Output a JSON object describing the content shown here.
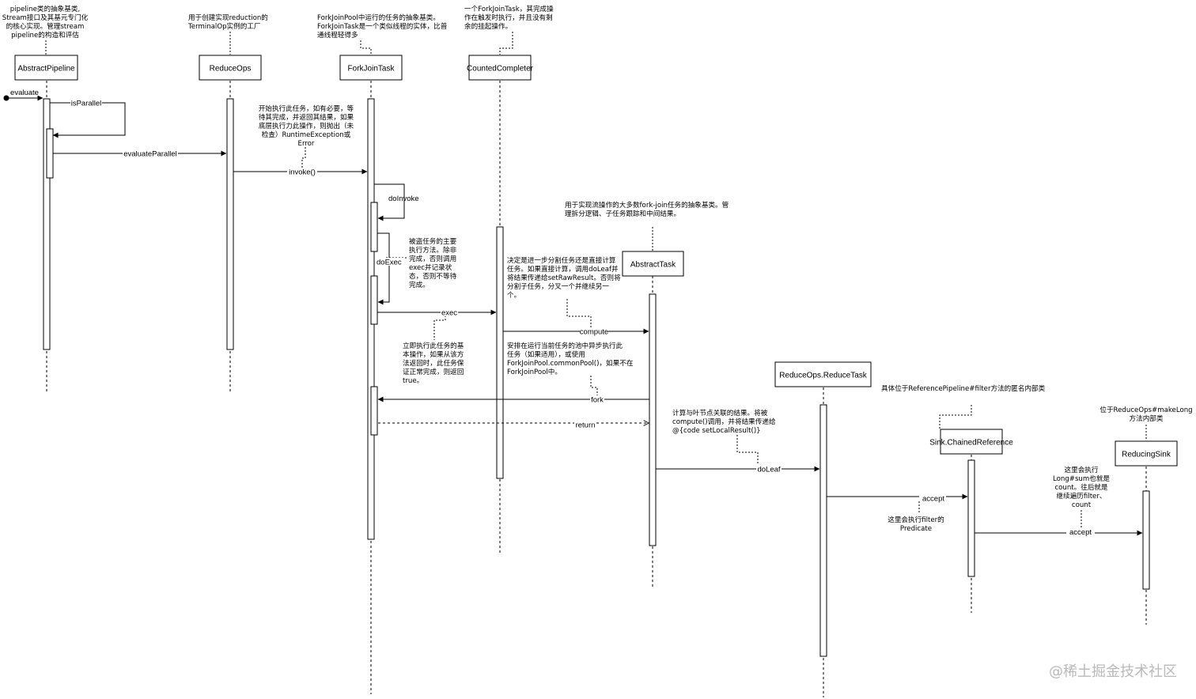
{
  "participants": [
    {
      "id": "ap",
      "label": "AbstractPipeline"
    },
    {
      "id": "ro",
      "label": "ReduceOps"
    },
    {
      "id": "fjt",
      "label": "ForkJoinTask"
    },
    {
      "id": "cc",
      "label": "CountedCompleter"
    },
    {
      "id": "at",
      "label": "AbstractTask"
    },
    {
      "id": "rt",
      "label": "ReduceOps.ReduceTask"
    },
    {
      "id": "scr",
      "label": "Sink.ChainedReference"
    },
    {
      "id": "rs",
      "label": "ReducingSink"
    }
  ],
  "messages": [
    {
      "id": "evaluate",
      "label": "evaluate"
    },
    {
      "id": "isParallel",
      "label": "isParallel"
    },
    {
      "id": "evaluateParallel",
      "label": "evaluateParallel"
    },
    {
      "id": "invoke",
      "label": "invoke()"
    },
    {
      "id": "doInvoke",
      "label": "doInvoke"
    },
    {
      "id": "doExec",
      "label": "doExec"
    },
    {
      "id": "exec",
      "label": "exec"
    },
    {
      "id": "compute",
      "label": "compute"
    },
    {
      "id": "fork",
      "label": "fork"
    },
    {
      "id": "return",
      "label": "return"
    },
    {
      "id": "doLeaf",
      "label": "doLeaf"
    },
    {
      "id": "accept1",
      "label": "accept"
    },
    {
      "id": "accept2",
      "label": "accept"
    }
  ],
  "notes": [
    {
      "id": "n-ap",
      "lines": [
        "pipeline类的抽象基类,",
        "Stream接口及其基元专门化",
        "的核心实现。管理stream",
        "pipeline的构造和评估"
      ]
    },
    {
      "id": "n-ro",
      "lines": [
        "用于创建实现reduction的",
        "TerminalOp实例的工厂"
      ]
    },
    {
      "id": "n-fjt",
      "lines": [
        "ForkJoinPool中运行的任务的抽象基类。",
        "ForkJoinTask是一个类似线程的实体，比普",
        "通线程轻得多"
      ]
    },
    {
      "id": "n-cc",
      "lines": [
        "一个ForkJoinTask，其完成操",
        "作在触发时执行，并且没有剩",
        "余的挂起操作。"
      ]
    },
    {
      "id": "n-invoke",
      "lines": [
        "开始执行此任务，如有必要，等",
        "待其完成，并返回其结果，如果",
        "底层执行力此操作，则抛出（未",
        "检查）RuntimeException或",
        "Error"
      ]
    },
    {
      "id": "n-at",
      "lines": [
        "用于实现流操作的大多数fork-join任务的抽象基类。管",
        "理拆分逻辑、子任务跟踪和中间结果。"
      ]
    },
    {
      "id": "n-doexec",
      "lines": [
        "被盗任务的主要",
        "执行方法。除非",
        "完成，否则调用",
        "exec并记录状",
        "态，否则不等待",
        "完成。"
      ]
    },
    {
      "id": "n-compute",
      "lines": [
        "决定是进一步分割任务还是直接计算",
        "任务。如果直接计算，调用doLeaf并",
        "将结果传递给setRawResult。否则将",
        "分割子任务，分叉一个并继续另一",
        "个。"
      ]
    },
    {
      "id": "n-exec",
      "lines": [
        "立即执行此任务的基",
        "本操作，如果从该方",
        "法返回时，此任务保",
        "证正常完成，则返回",
        "true。"
      ]
    },
    {
      "id": "n-fork",
      "lines": [
        "安排在运行当前任务的池中异步执行此",
        "任务（如果适用），或使用",
        "ForkJoinPool.commonPool()，如果不在",
        "ForkJoinPool中。"
      ]
    },
    {
      "id": "n-doleaf",
      "lines": [
        "计算与叶节点关联的结果。将被",
        "compute()调用，并将结果传递给",
        "@{code setLocalResult()}"
      ]
    },
    {
      "id": "n-scr",
      "lines": [
        "具体位于ReferencePipeline#filter方法的匿名内部类"
      ]
    },
    {
      "id": "n-rs",
      "lines": [
        "位于ReduceOps#makeLong",
        "方法内部类"
      ]
    },
    {
      "id": "n-accept1",
      "lines": [
        "这里会执行filter的",
        "Predicate"
      ]
    },
    {
      "id": "n-accept2",
      "lines": [
        "这里会执行",
        "Long#sum也就是",
        "count。往后就是",
        "继续遍历filter、",
        "count"
      ]
    }
  ],
  "watermark": "@稀土掘金技术社区"
}
